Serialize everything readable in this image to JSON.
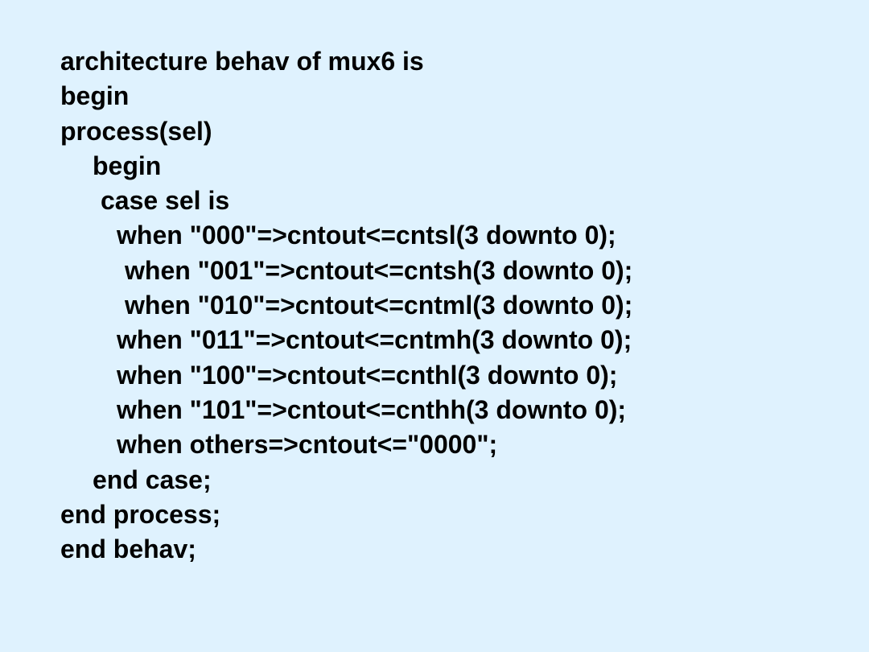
{
  "slide": {
    "background_color": "#dff2fe",
    "text_color": "#000000",
    "code_lines": [
      "architecture behav of mux6 is",
      "begin",
      "process(sel)",
      "begin",
      "case sel is",
      "when \"000\"=>cntout<=cntsl(3 downto 0);",
      "when \"001\"=>cntout<=cntsh(3 downto 0);",
      "when \"010\"=>cntout<=cntml(3 downto 0);",
      "when \"011\"=>cntout<=cntmh(3 downto 0);",
      "when \"100\"=>cntout<=cnthl(3 downto 0);",
      "when \"101\"=>cntout<=cnthh(3 downto 0);",
      "when others=>cntout<=\"0000\";",
      "end case;",
      "end process;",
      "end behav;"
    ]
  }
}
